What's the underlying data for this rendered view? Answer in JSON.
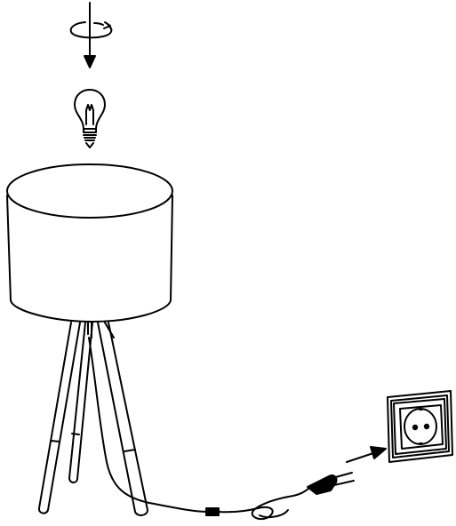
{
  "illustration": {
    "steps": [
      {
        "id": "rotate",
        "icon": "rotate-arrow-icon"
      },
      {
        "id": "insert-bulb",
        "icon": "light-bulb-icon"
      },
      {
        "id": "lamp",
        "icon": "tripod-floor-lamp"
      },
      {
        "id": "plug-in",
        "icon": "plug-into-socket-icon"
      }
    ],
    "colors": {
      "line": "#000000",
      "fill": "#ffffff"
    }
  }
}
